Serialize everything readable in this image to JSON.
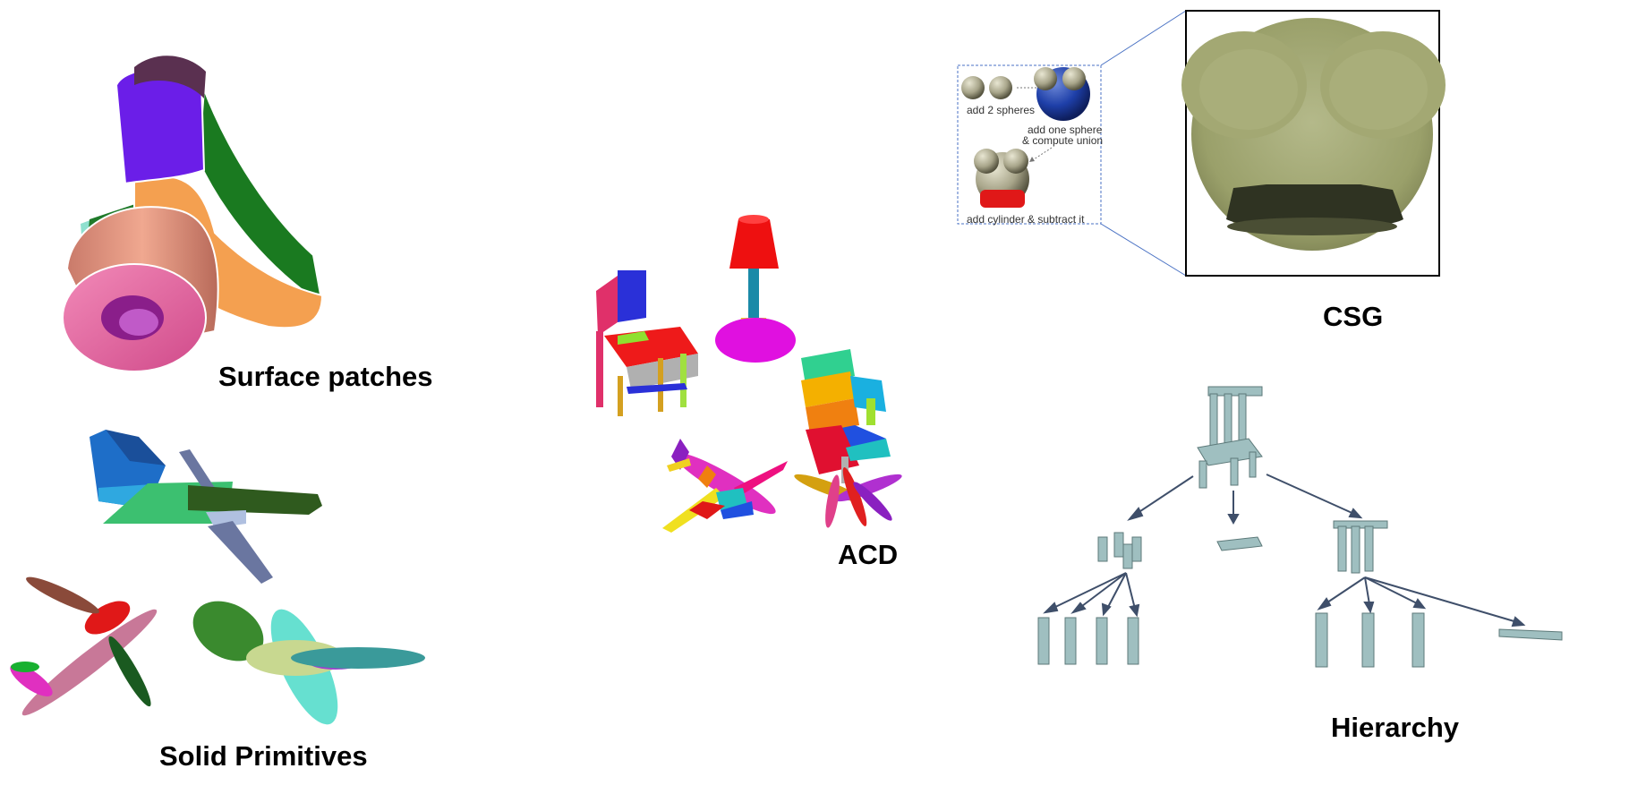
{
  "labels": {
    "surface_patches": "Surface patches",
    "solid_primitives": "Solid Primitives",
    "acd": "ACD",
    "csg": "CSG",
    "hierarchy": "Hierarchy"
  },
  "csg_steps": {
    "step1": "add 2 spheres",
    "step2_line1": "add one sphere",
    "step2_line2": "& compute union",
    "step3": "add cylinder & subtract it"
  },
  "colors": {
    "csg_green": "#9aa06a",
    "hierarchy_gray": "#9fbfc0",
    "csg_frame_line": "#4a72c4"
  }
}
